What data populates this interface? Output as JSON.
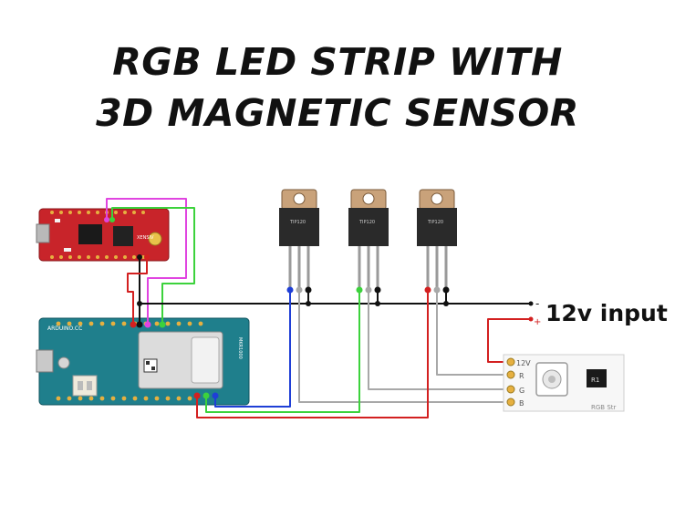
{
  "title": {
    "line1": "RGB LED STRIP WITH",
    "line2": "3D MAGNETIC SENSOR"
  },
  "power": {
    "label": "12v input",
    "minus": "-",
    "plus": "+"
  },
  "strip": {
    "pins": [
      "12V",
      "R",
      "G",
      "B"
    ],
    "text": "RGB Str",
    "resistor": "R1"
  },
  "sensor_board": {
    "label": "XENSIV"
  },
  "mosfets": [
    {
      "marking": "TIP120"
    },
    {
      "marking": "TIP120"
    },
    {
      "marking": "TIP120"
    }
  ],
  "arduino": {
    "label": "ARDUINO.CC",
    "module": "MKR1000"
  },
  "colors": {
    "red": "#d32020",
    "green": "#3cd23c",
    "blue": "#1f3fd6",
    "gray": "#a8a8a8",
    "black": "#111111",
    "magenta": "#e044e0",
    "board_red": "#c8242a",
    "board_teal": "#1f7f8c"
  }
}
